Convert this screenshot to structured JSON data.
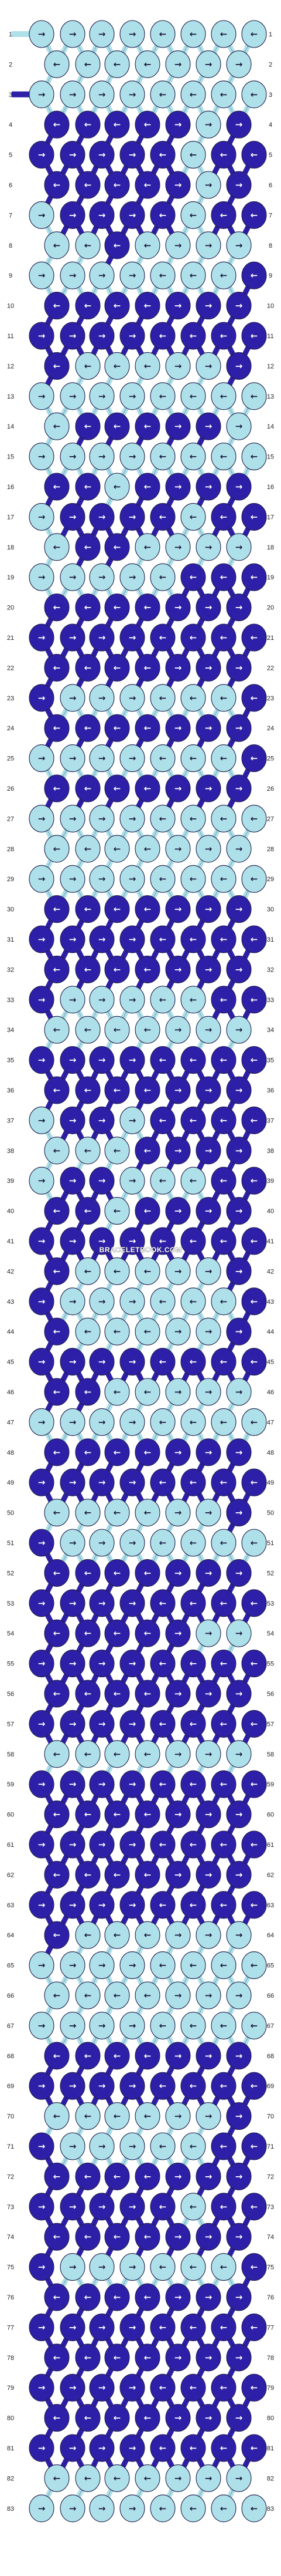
{
  "watermark": "BRACELETBOOK.COM",
  "colors": {
    "light": "#aee0ea",
    "dark": "#2e1fa8",
    "light_arrow": "#1a1a3a",
    "dark_arrow": "#ffffff",
    "knot_outline": "#20204a",
    "row_number": "#222222"
  },
  "strings": {
    "count": 16,
    "left_edge_light": true
  },
  "rows": {
    "count": 83,
    "patterns": [
      "LLLLLLLL",
      "LLLLLLL",
      "LLLLLLLL",
      "DDDDDLD",
      "DDDDDLDD",
      "DDDDDLD",
      "LDDDDLDD",
      "LLDLLLL",
      "LLLLLLLD",
      "DDDDDDD",
      "DDDDDDDD",
      "DLLLLLD",
      "LLLLLLLL",
      "LDDDDDL",
      "LLLLLLLL",
      "DDLDDDD",
      "LDDDDLDD",
      "LDDLLLL",
      "LLLLLDDD",
      "DDDDDDD",
      "DDDDDDDD",
      "DDDDDDD",
      "DLLLLLLD",
      "DDDDDDD",
      "LLLLLLLD",
      "DDDDDDD",
      "LLLLLLLL",
      "LLLLLLL",
      "LLLLLLLL",
      "DDDDDDD",
      "DDDDDDDD",
      "DDDDDDD",
      "DLLLLLDD",
      "LLLLLLL",
      "DDDDDDDD",
      "DDDDDDD",
      "LDDLDDDD",
      "LLLDDDD",
      "LDDLLLDD",
      "DDLDDDD",
      "DDDDDDDD",
      "DLLLLLD",
      "DLLLLLLD",
      "DLLLLLD",
      "DDDDDDDD",
      "DDLLLLL",
      "LLLLLLLL",
      "DDDDDDD",
      "DDDDDDDD",
      "LLLLLLD",
      "DLLLLLLL",
      "DDDDDDD",
      "DDDDDDDD",
      "DDDDDLL",
      "DDDDDDDD",
      "DDDDDDD",
      "DDDDDDDD",
      "LLLLLLL",
      "DDDDDDDD",
      "DDDDDDD",
      "DDDDDDDD",
      "DDDDDDD",
      "DDDDDDDD",
      "DLLLLLL",
      "LLLLLLLL",
      "LLLLLLL",
      "LLLLLLLL",
      "DDDDDDD",
      "DDDDDDDD",
      "LLLLLLD",
      "DLLLLLDD",
      "DDDDDDD",
      "DDDDDLDD",
      "DDDDDDD",
      "DLLLLLLD",
      "DDDDDDD",
      "DDDDDDDD",
      "DDDDDDD",
      "DDDDDDDD",
      "DDDDDDD",
      "DDDDDDDD",
      "LLLLLLL",
      "LLLLLLLL"
    ]
  }
}
